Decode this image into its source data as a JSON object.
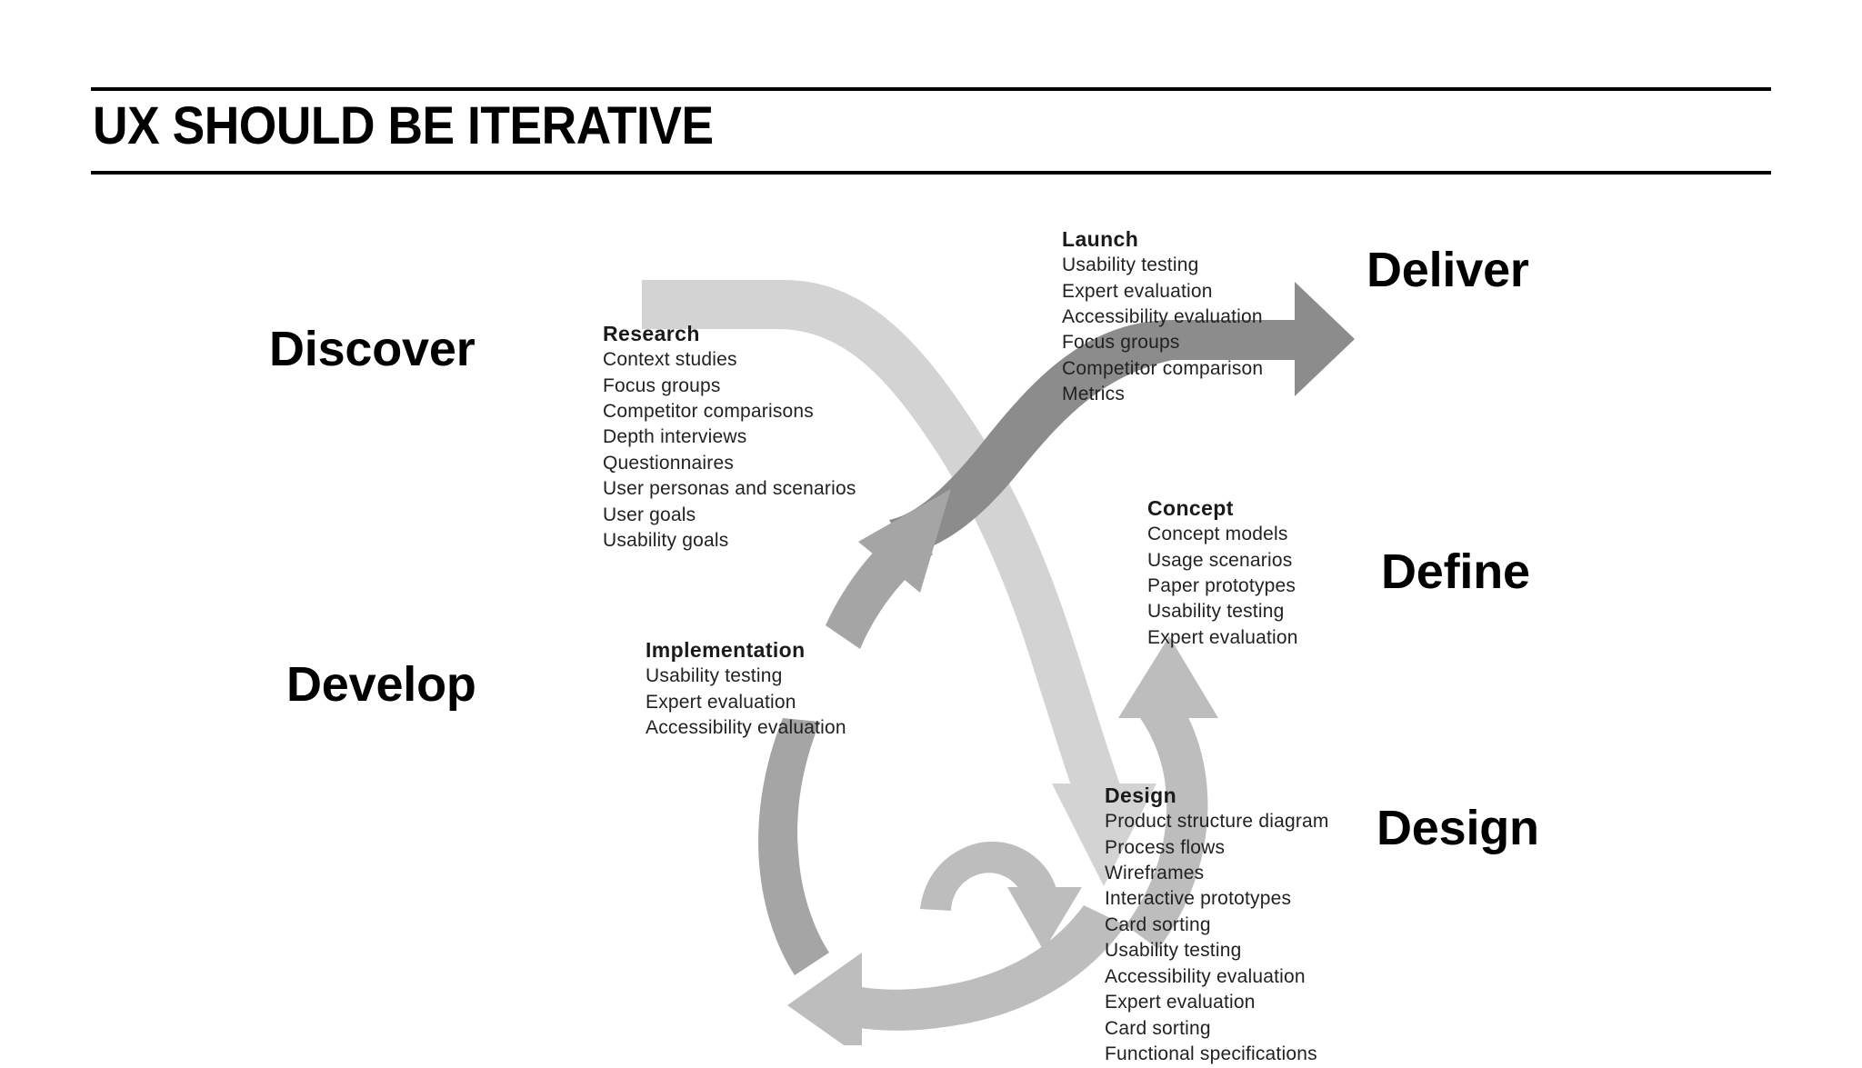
{
  "header": {
    "title": "UX SHOULD BE ITERATIVE"
  },
  "phase_labels": {
    "discover": "Discover",
    "deliver": "Deliver",
    "define": "Define",
    "develop": "Develop",
    "design": "Design"
  },
  "stages": {
    "research": {
      "title": "Research",
      "items": [
        "Context studies",
        "Focus groups",
        "Competitor comparisons",
        "Depth interviews",
        "Questionnaires",
        "User personas and scenarios",
        "User goals",
        "Usability goals"
      ]
    },
    "launch": {
      "title": "Launch",
      "items": [
        "Usability testing",
        "Expert evaluation",
        "Accessibility evaluation",
        "Focus groups",
        "Competitor comparison",
        "Metrics"
      ]
    },
    "concept": {
      "title": "Concept",
      "items": [
        "Concept models",
        "Usage scenarios",
        "Paper prototypes",
        "Usability testing",
        "Expert evaluation"
      ]
    },
    "implementation": {
      "title": "Implementation",
      "items": [
        "Usability testing",
        "Expert evaluation",
        "Accessibility evaluation"
      ]
    },
    "design": {
      "title": "Design",
      "items": [
        "Product structure diagram",
        "Process flows",
        "Wireframes",
        "Interactive prototypes",
        "Card sorting",
        "Usability testing",
        "Accessibility evaluation",
        "Expert evaluation",
        "Card sorting",
        "Functional specifications"
      ]
    }
  },
  "colors": {
    "background": "#ffffff",
    "rule": "#000000",
    "text": "#000000",
    "ribbon_light": "#d3d3d3",
    "ribbon_mid_light": "#bdbdbd",
    "ribbon_mid": "#a5a5a5",
    "ribbon_dark": "#8c8c8c"
  }
}
